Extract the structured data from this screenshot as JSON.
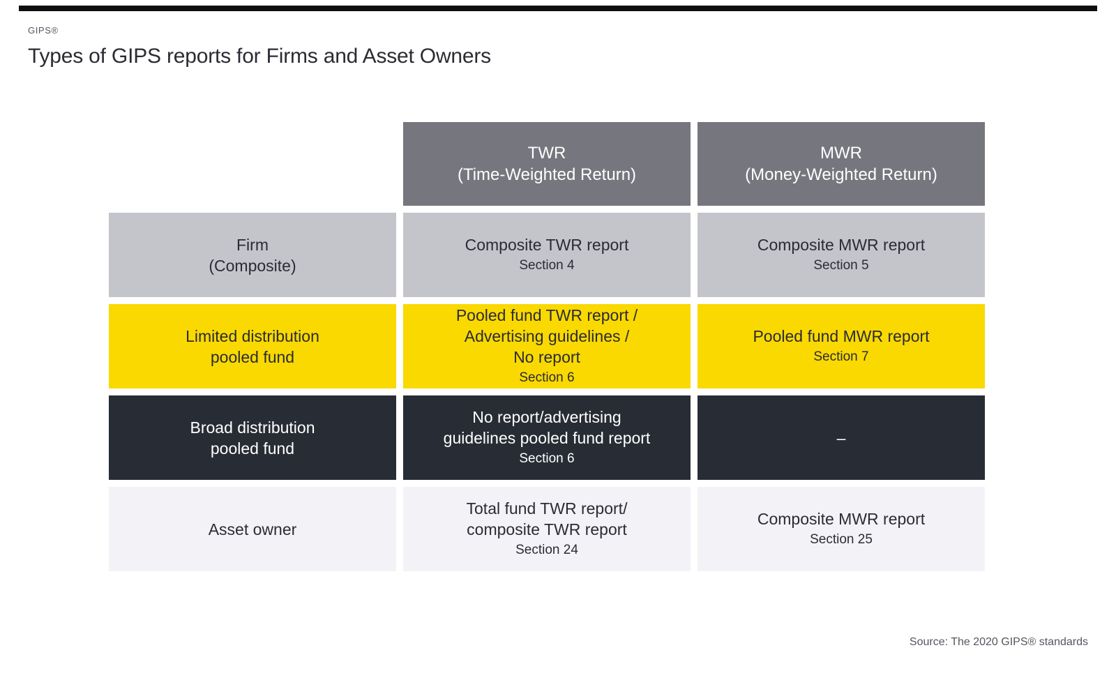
{
  "brand": {
    "label": "GIPS®"
  },
  "page": {
    "title": "Types of GIPS reports for Firms and Asset Owners",
    "source": "Source: The 2020 GIPS® standards"
  },
  "colors": {
    "top_bar": "#0e0e11",
    "column_header": "#76767e",
    "row_gray": "#c4c4cb",
    "row_yellow": "#f9d900",
    "row_dark": "#282c35",
    "row_light": "#f3f3f7",
    "text_dark": "#2b2b34",
    "text_white": "#ffffff"
  },
  "table": {
    "column_headers": [
      {
        "text": "TWR\n(Time-Weighted Return)"
      },
      {
        "text": "MWR\n(Money-Weighted Return)"
      }
    ],
    "rows": [
      {
        "label": "Firm\n(Composite)",
        "twr": "Composite TWR report",
        "twr_section": "Section 4",
        "mwr": "Composite MWR report",
        "mwr_section": "Section 5"
      },
      {
        "label": "Limited distribution\npooled fund",
        "twr": "Pooled fund TWR report /\nAdvertising guidelines /\nNo report",
        "twr_section": "Section 6",
        "mwr": "Pooled fund MWR report",
        "mwr_section": "Section 7"
      },
      {
        "label": "Broad distribution\npooled fund",
        "twr": "No report/advertising\nguidelines pooled fund report",
        "twr_section": "Section 6",
        "mwr": "–",
        "mwr_section": ""
      },
      {
        "label": "Asset owner",
        "twr": "Total fund TWR report/\ncomposite TWR report",
        "twr_section": "Section 24",
        "mwr": "Composite MWR report",
        "mwr_section": "Section 25"
      }
    ]
  }
}
